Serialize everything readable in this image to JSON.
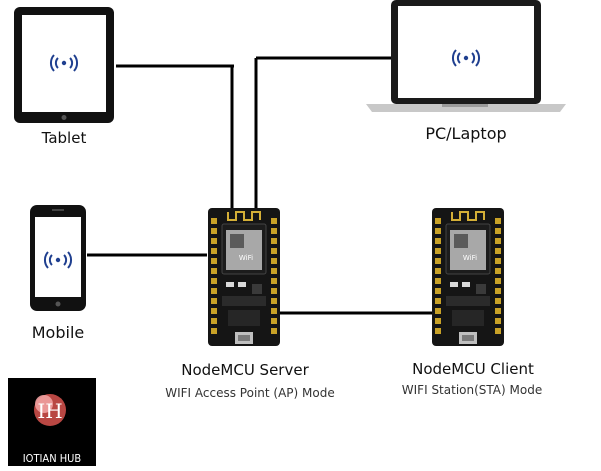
{
  "devices": {
    "tablet": {
      "label": "Tablet",
      "icon": "wifi-signal-icon"
    },
    "laptop": {
      "label": "PC/Laptop",
      "icon": "wifi-signal-icon"
    },
    "mobile": {
      "label": "Mobile",
      "icon": "wifi-signal-icon"
    }
  },
  "server": {
    "title": "NodeMCU Server",
    "mode": "WIFI Access Point (AP) Mode",
    "board_text": "WiFi"
  },
  "client": {
    "title": "NodeMCU Client",
    "mode": "WIFI Station(STA) Mode",
    "board_text": "WiFi"
  },
  "logo": {
    "monogram": "IH",
    "brand": "IOTIAN HUB"
  },
  "colors": {
    "board": "#151515",
    "pin": "#c9a227",
    "antenna": "#d4af37",
    "module_shield": "#a8a8a8",
    "wire": "#000000",
    "logo_bg": "#000000",
    "logo_accent": "#d9534f"
  }
}
